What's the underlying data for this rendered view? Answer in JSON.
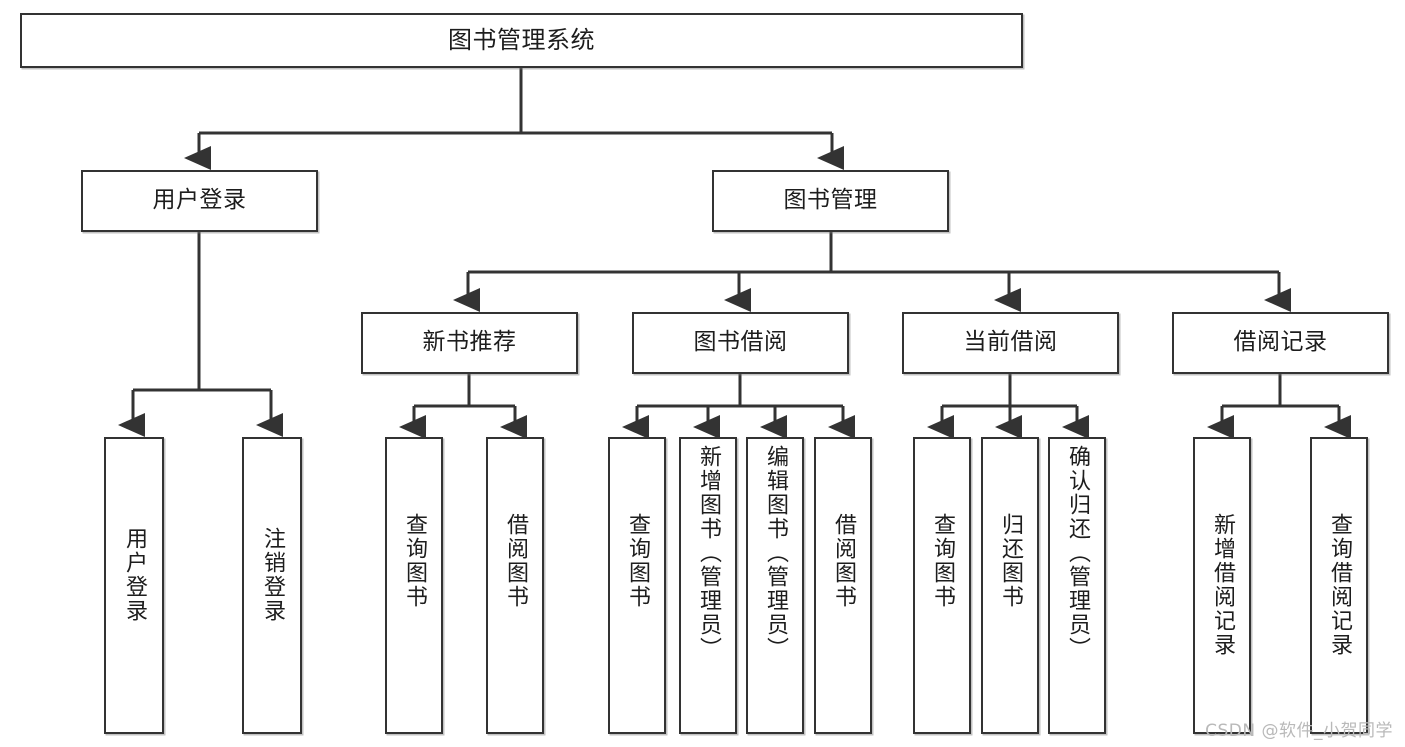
{
  "diagram": {
    "title": "图书管理系统",
    "type": "tree-hierarchy-chart",
    "colors": {
      "box_border": "#333333",
      "box_fill": "#ffffff",
      "edge": "#333333",
      "text": "#1d1d1d",
      "watermark": "#b9b9b9"
    },
    "levels": {
      "level1": [
        {
          "id": "root",
          "label": "图书管理系统"
        }
      ],
      "level2": [
        {
          "id": "user-login",
          "label": "用户登录"
        },
        {
          "id": "book-manage",
          "label": "图书管理"
        }
      ],
      "level3": [
        {
          "id": "new-book-rec",
          "label": "新书推荐"
        },
        {
          "id": "book-borrow",
          "label": "图书借阅"
        },
        {
          "id": "current-borrow",
          "label": "当前借阅"
        },
        {
          "id": "borrow-record",
          "label": "借阅记录"
        }
      ],
      "level4": [
        {
          "id": "leaf-user-login",
          "label": "用户登录",
          "parent": "user-login"
        },
        {
          "id": "leaf-logout",
          "label": "注销登录",
          "parent": "user-login"
        },
        {
          "id": "leaf-query-book-1",
          "label": "查询图书",
          "parent": "new-book-rec"
        },
        {
          "id": "leaf-borrow-book-1",
          "label": "借阅图书",
          "parent": "new-book-rec"
        },
        {
          "id": "leaf-query-book-2",
          "label": "查询图书",
          "parent": "book-borrow"
        },
        {
          "id": "leaf-add-book",
          "label": "新增图书（管理员）",
          "parent": "book-borrow"
        },
        {
          "id": "leaf-edit-book",
          "label": "编辑图书（管理员）",
          "parent": "book-borrow"
        },
        {
          "id": "leaf-borrow-book-2",
          "label": "借阅图书",
          "parent": "book-borrow"
        },
        {
          "id": "leaf-query-book-3",
          "label": "查询图书",
          "parent": "current-borrow"
        },
        {
          "id": "leaf-return-book",
          "label": "归还图书",
          "parent": "current-borrow"
        },
        {
          "id": "leaf-confirm-return",
          "label": "确认归还（管理员）",
          "parent": "current-borrow"
        },
        {
          "id": "leaf-add-record",
          "label": "新增借阅记录",
          "parent": "borrow-record"
        },
        {
          "id": "leaf-query-record",
          "label": "查询借阅记录",
          "parent": "borrow-record"
        }
      ]
    }
  },
  "watermark": "CSDN @软件_小贺同学"
}
